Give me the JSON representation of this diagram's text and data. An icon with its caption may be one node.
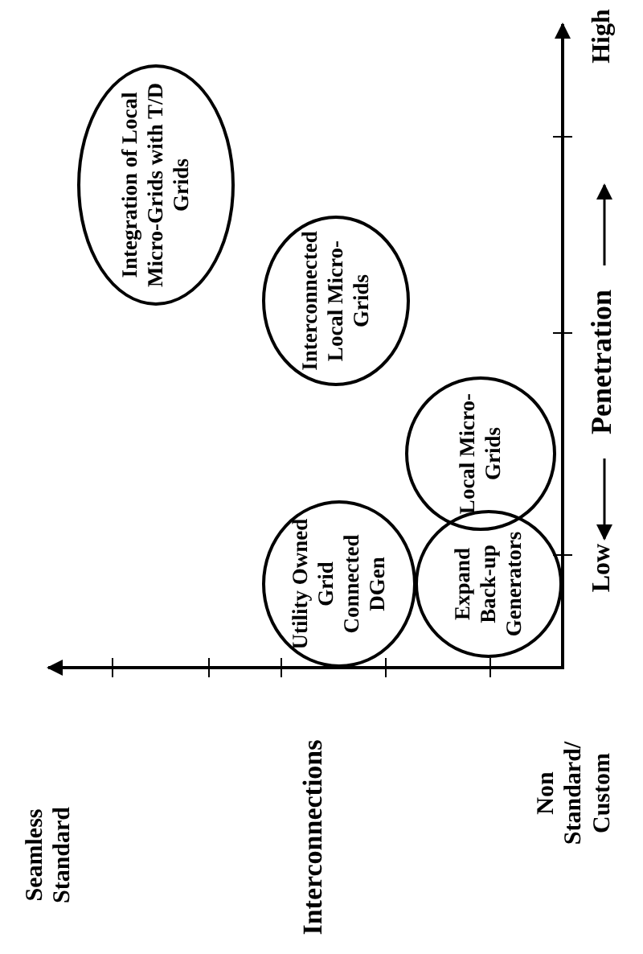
{
  "diagram": {
    "nodes": [
      {
        "text": [
          "Integration of Local Micro-Grids with T/D Grids"
        ]
      },
      {
        "text": [
          "Interconnected Local Micro-Grids"
        ]
      },
      {
        "text": [
          "Local Micro-Grids"
        ]
      },
      {
        "text": [
          "Utility Owned Grid Connected DGen"
        ]
      },
      {
        "text": [
          "Expand Back-up Generators"
        ]
      }
    ],
    "labels": [
      "Seamless Standard",
      "Interconnections",
      "Non Standard/ Custom",
      "Low",
      "Penetration",
      "High"
    ]
  }
}
